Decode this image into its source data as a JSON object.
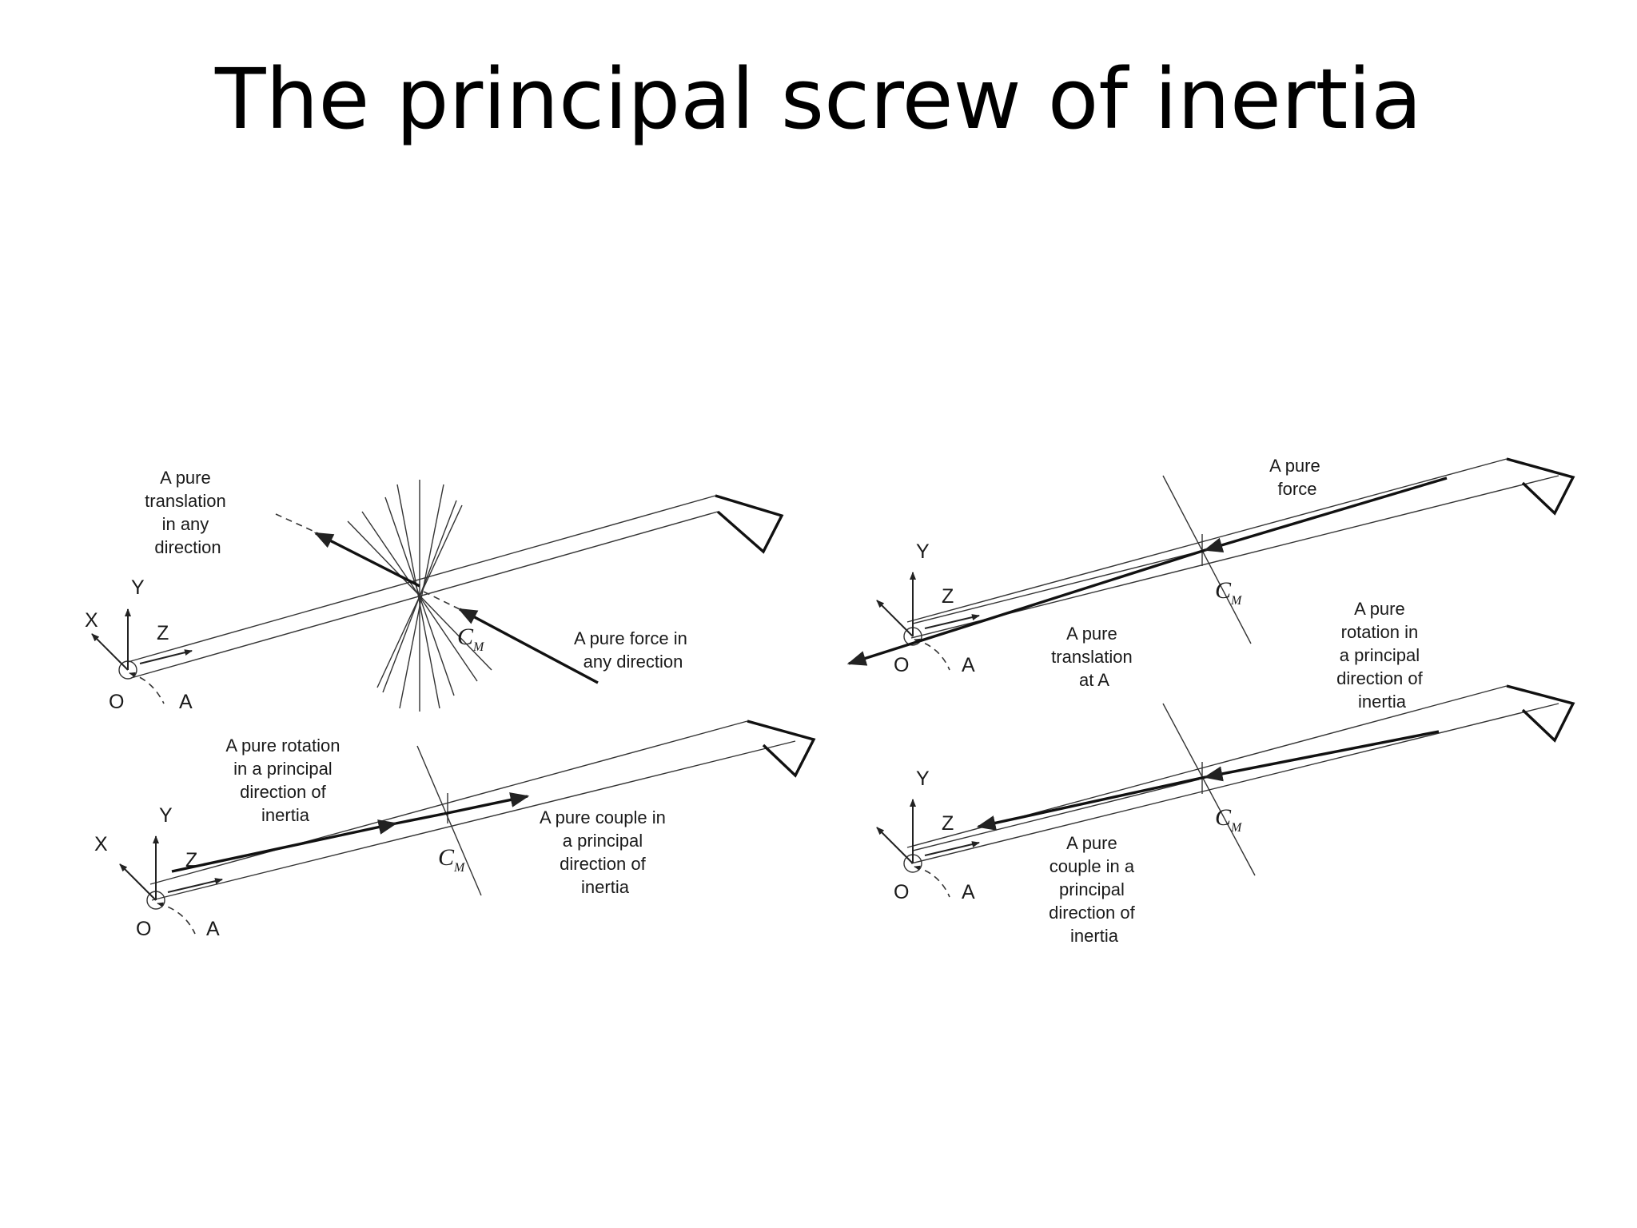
{
  "title": "The principal screw of inertia",
  "axes": {
    "x": "X",
    "y": "Y",
    "z": "Z",
    "origin": "O",
    "point": "A"
  },
  "cm": {
    "main": "C",
    "sub": "M"
  },
  "panels": {
    "top_left": {
      "label_translation": [
        "A pure",
        "translation",
        "in any",
        "direction"
      ],
      "label_force": [
        "A pure force in",
        "any direction"
      ]
    },
    "bottom_left": {
      "label_rotation": [
        "A pure rotation",
        "in a principal",
        "direction of",
        "inertia"
      ],
      "label_couple": [
        "A pure couple in",
        "a principal",
        "direction of",
        "inertia"
      ]
    },
    "top_right": {
      "label_force": [
        "A pure",
        "force"
      ],
      "label_translation": [
        "A pure",
        "translation",
        "at A"
      ],
      "label_rotation": [
        "A pure",
        "rotation in",
        "a principal",
        "direction of",
        "inertia"
      ]
    },
    "bottom_right": {
      "label_couple": [
        "A pure",
        "couple in a",
        "principal",
        "direction of",
        "inertia"
      ]
    }
  }
}
